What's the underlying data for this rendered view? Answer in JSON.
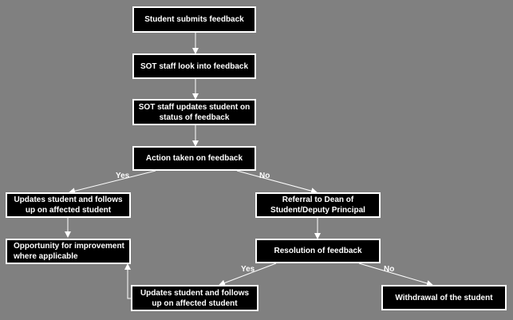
{
  "nodes": {
    "submit": "Student submits feedback",
    "look": "SOT staff look into feedback",
    "status": "SOT staff updates student on status of feedback",
    "action": "Action taken on feedback",
    "updates_left": "Updates student and follows up on affected student",
    "improve": "Opportunity for improvement where applicable",
    "referral": "Referral to Dean of Student/Deputy Principal",
    "resolution": "Resolution of feedback",
    "updates_bottom": "Updates student and follows up on affected student",
    "withdrawal": "Withdrawal of the student"
  },
  "edges": {
    "action_yes": "Yes",
    "action_no": "No",
    "resolution_yes": "Yes",
    "resolution_no": "No"
  },
  "colors": {
    "background": "#808080",
    "box": "#000000",
    "line": "#ffffff"
  }
}
